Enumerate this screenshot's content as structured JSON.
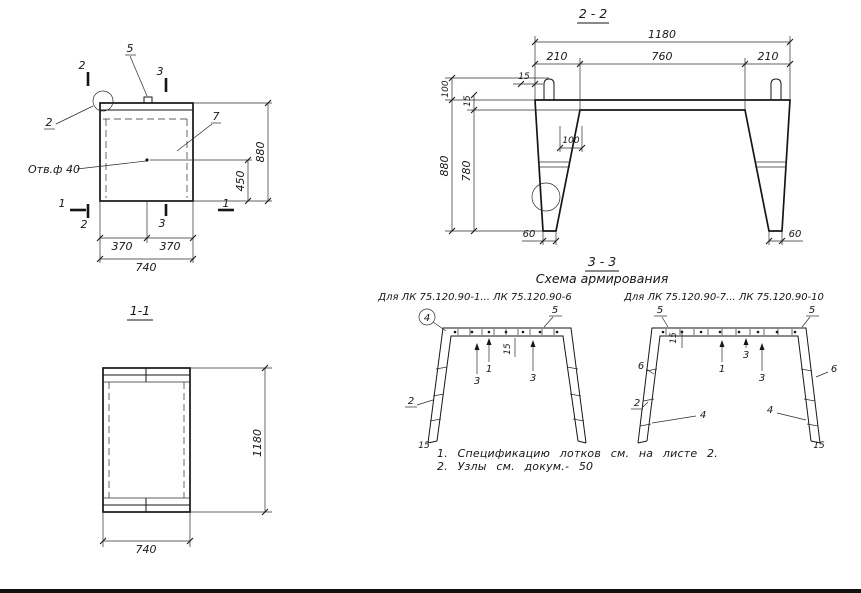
{
  "plan": {
    "hole_label": "Отв.ф 40",
    "callouts": {
      "c5": "5",
      "c2_left": "2",
      "c7": "7",
      "c2_top": "2",
      "c3_top": "3",
      "c1_left": "1",
      "c2_bottom": "2",
      "c3_bottom": "3",
      "c1_right": "1"
    },
    "dims": {
      "d370a": "370",
      "d370b": "370",
      "d740": "740",
      "d450": "450",
      "d880": "880"
    }
  },
  "section22": {
    "title": "2 - 2",
    "dims": {
      "d1180": "1180",
      "d210a": "210",
      "d760": "760",
      "d210b": "210",
      "d15a": "15",
      "d100a": "100",
      "d15b": "15",
      "d880": "880",
      "d780": "780",
      "d100b": "100",
      "d60a": "60",
      "d60b": "60"
    }
  },
  "section11": {
    "title": "1-1",
    "dims": {
      "d1180": "1180",
      "d740": "740"
    }
  },
  "section33": {
    "title": "3 - 3",
    "subtitle": "Схема армирования",
    "left_label": "Для ЛК 75.120.90-1... ЛК 75.120.90-6",
    "right_label": "Для ЛК 75.120.90-7... ЛК 75.120.90-10",
    "left": {
      "c4": "4",
      "c5": "5",
      "c15_top": "15",
      "c1": "1",
      "c3a": "3",
      "c3b": "3",
      "c2": "2",
      "c15_bottom": "15"
    },
    "right": {
      "c5a": "5",
      "c5b": "5",
      "c15_top": "15",
      "c6a": "6",
      "c6b": "6",
      "c1": "1",
      "c3a": "3",
      "c3b": "3",
      "c2": "2",
      "c4a": "4",
      "c4b": "4",
      "c15_bottom": "15"
    }
  },
  "notes": {
    "line1": "1. Спецификацию лотков см. на листе 2.",
    "line2": "2. Узлы см. докум.- 50"
  }
}
